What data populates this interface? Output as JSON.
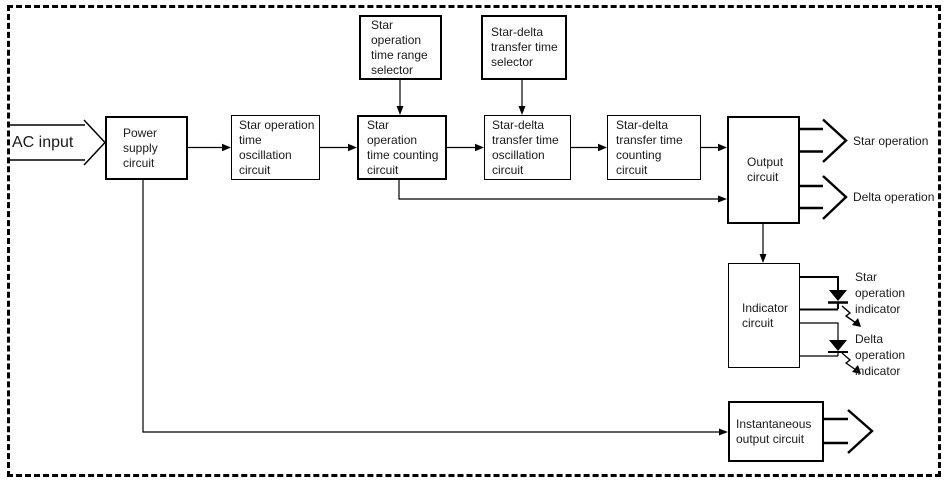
{
  "diagram": {
    "input": {
      "label": "AC input"
    },
    "boxes": {
      "power_supply": {
        "lines": [
          "Power",
          "supply",
          "circuit"
        ]
      },
      "star_oscillation": {
        "lines": [
          "Star operation",
          "time",
          "oscillation",
          "circuit"
        ]
      },
      "star_counting": {
        "lines": [
          "Star",
          "operation",
          "time counting",
          "circuit"
        ]
      },
      "star_range_selector": {
        "lines": [
          "Star",
          "operation",
          "time range",
          "selector"
        ]
      },
      "star_delta_selector": {
        "lines": [
          "Star-delta",
          "transfer time",
          "selector"
        ]
      },
      "star_delta_oscillation": {
        "lines": [
          "Star-delta",
          "transfer time",
          "oscillation",
          "circuit"
        ]
      },
      "star_delta_counting": {
        "lines": [
          "Star-delta",
          "transfer time",
          "counting",
          "circuit"
        ]
      },
      "output": {
        "lines": [
          "Output",
          "circuit"
        ]
      },
      "indicator": {
        "lines": [
          "Indicator",
          "circuit"
        ]
      },
      "instantaneous": {
        "lines": [
          "Instantaneous",
          "output circuit"
        ]
      }
    },
    "outputs": {
      "star": {
        "label": "Star operation"
      },
      "delta": {
        "label": "Delta operation"
      }
    },
    "indicators": {
      "star": {
        "lines": [
          "Star",
          "operation",
          "indicator"
        ]
      },
      "delta": {
        "lines": [
          "Delta",
          "operation",
          "indicator"
        ]
      }
    },
    "colors": {
      "line": "#000000",
      "background": "#ffffff"
    }
  }
}
